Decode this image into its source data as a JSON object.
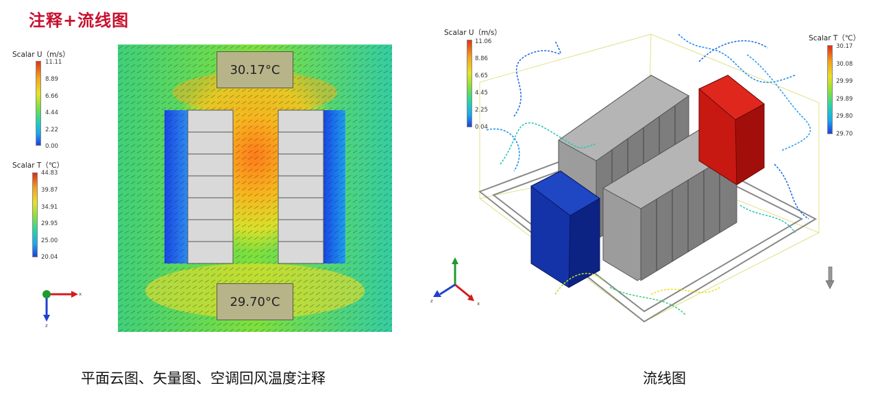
{
  "title": "注释+流线图",
  "left_panel": {
    "caption": "平面云图、矢量图、空调回风温度注释",
    "legend_u": {
      "title": "Scalar U（m/s）",
      "ticks": [
        "11.11",
        "8.89",
        "6.66",
        "4.44",
        "2.22",
        "0.00"
      ]
    },
    "legend_t": {
      "title": "Scalar T（℃）",
      "ticks": [
        "44.83",
        "39.87",
        "34.91",
        "29.95",
        "25.00",
        "20.04"
      ]
    },
    "temp_top": "30.17°C",
    "temp_bottom": "29.70°C",
    "axis": {
      "x": "x",
      "z": "z"
    }
  },
  "right_panel": {
    "caption": "流线图",
    "legend_u": {
      "title": "Scalar U（m/s）",
      "ticks": [
        "11.06",
        "8.86",
        "6.65",
        "4.45",
        "2.25",
        "0.04"
      ]
    },
    "legend_t": {
      "title": "Scalar T（℃）",
      "ticks": [
        "30.17",
        "30.08",
        "29.99",
        "29.89",
        "29.80",
        "29.70"
      ]
    },
    "axis": {
      "x": "x",
      "z": "z"
    }
  },
  "colors": {
    "title": "#c8102e",
    "hot_unit": "#c81812",
    "cold_unit": "#1433a8",
    "rack": "#9a9a9a"
  }
}
